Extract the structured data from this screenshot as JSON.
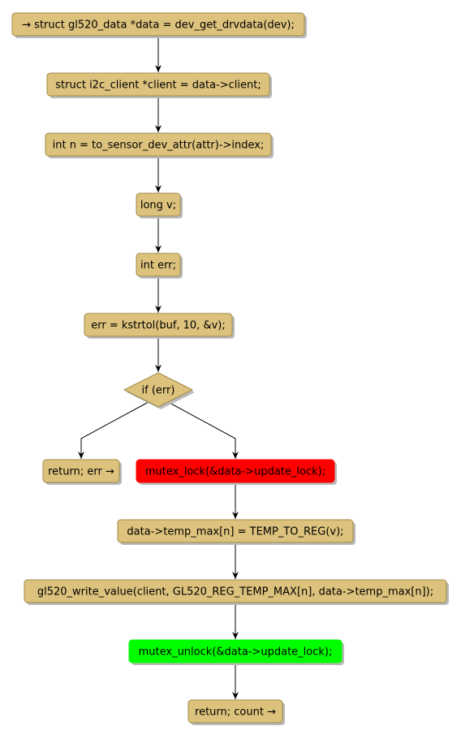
{
  "colors": {
    "node_fill": "#dcc27c",
    "node_stroke": "#a08a48",
    "shadow": "#b9b9b9",
    "edge": "#000000",
    "lock_fill": "#ff0000",
    "unlock_fill": "#00ff00"
  },
  "nodes": [
    {
      "id": "n1",
      "shape": "box",
      "label": "→ struct gl520_data *data = dev_get_drvdata(dev);"
    },
    {
      "id": "n2",
      "shape": "box",
      "label": "struct i2c_client *client = data->client;"
    },
    {
      "id": "n3",
      "shape": "box",
      "label": "int n = to_sensor_dev_attr(attr)->index;"
    },
    {
      "id": "n4",
      "shape": "box",
      "label": "long v;"
    },
    {
      "id": "n5",
      "shape": "box",
      "label": "int err;"
    },
    {
      "id": "n6",
      "shape": "box",
      "label": "err = kstrtol(buf, 10, &v);"
    },
    {
      "id": "n7",
      "shape": "diamond",
      "label": "if (err)"
    },
    {
      "id": "n8",
      "shape": "box",
      "label": "return; err →"
    },
    {
      "id": "n9",
      "shape": "box",
      "label": "mutex_lock(&data->update_lock);",
      "highlight": "lock"
    },
    {
      "id": "n10",
      "shape": "box",
      "label": "data->temp_max[n] = TEMP_TO_REG(v);"
    },
    {
      "id": "n11",
      "shape": "box",
      "label": "gl520_write_value(client, GL520_REG_TEMP_MAX[n], data->temp_max[n]);"
    },
    {
      "id": "n12",
      "shape": "box",
      "label": "mutex_unlock(&data->update_lock);",
      "highlight": "unlock"
    },
    {
      "id": "n13",
      "shape": "box",
      "label": "return; count →"
    }
  ],
  "edges": [
    {
      "from": "n1",
      "to": "n2"
    },
    {
      "from": "n2",
      "to": "n3"
    },
    {
      "from": "n3",
      "to": "n4"
    },
    {
      "from": "n4",
      "to": "n5"
    },
    {
      "from": "n5",
      "to": "n6"
    },
    {
      "from": "n6",
      "to": "n7"
    },
    {
      "from": "n7",
      "to": "n8"
    },
    {
      "from": "n7",
      "to": "n9"
    },
    {
      "from": "n9",
      "to": "n10"
    },
    {
      "from": "n10",
      "to": "n11"
    },
    {
      "from": "n11",
      "to": "n12"
    },
    {
      "from": "n12",
      "to": "n13"
    }
  ]
}
